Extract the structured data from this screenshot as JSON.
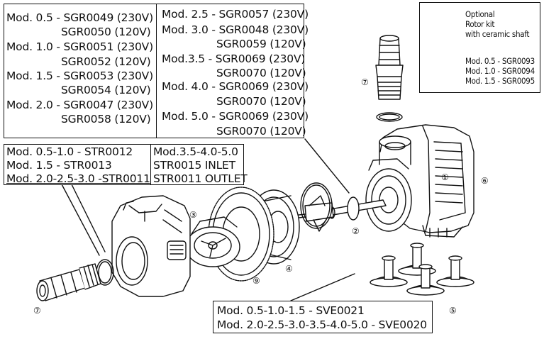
{
  "sgr_table": {
    "left": [
      {
        "model": "Mod. 0.5 - SGR0049 (230V)"
      },
      {
        "model": "SGR0050 (120V)"
      },
      {
        "model": "Mod. 1.0 - SGR0051 (230V)"
      },
      {
        "model": "SGR0052 (120V)"
      },
      {
        "model": "Mod. 1.5 - SGR0053 (230V)"
      },
      {
        "model": "SGR0054 (120V)"
      },
      {
        "model": "Mod. 2.0 - SGR0047 (230V)"
      },
      {
        "model": "SGR0058 (120V)"
      }
    ],
    "right": [
      {
        "model": "Mod. 2.5 - SGR0057 (230V)"
      },
      {
        "model": "Mod. 3.0 - SGR0048 (230V)"
      },
      {
        "model": "SGR0059 (120V)"
      },
      {
        "model": "Mod.3.5 - SGR0069 (230V)"
      },
      {
        "model": "SGR0070 (120V)"
      },
      {
        "model": "Mod. 4.0 - SGR0069 (230V)"
      },
      {
        "model": "SGR0070 (120V)"
      },
      {
        "model": "Mod. 5.0 - SGR0069 (230V)"
      },
      {
        "model": "SGR0070 (120V)"
      }
    ]
  },
  "rotor_kit": {
    "title_lines": [
      "Optional",
      "Rotor kit",
      "with ceramic shaft"
    ],
    "models": [
      "Mod. 0.5 - SGR0093",
      "Mod. 1.0 - SGR0094",
      "Mod. 1.5 - SGR0095"
    ]
  },
  "str_left": [
    "Mod. 0.5-1.0 - STR0012",
    "Mod. 1.5 - STR0013",
    "Mod. 2.0-2.5-3.0 -STR0011"
  ],
  "str_right": [
    "Mod.3.5-4.0-5.0",
    "STR0015 INLET",
    "STR0011 OUTLET"
  ],
  "sve": [
    "Mod. 0.5-1.0-1.5 - SVE0021",
    "Mod. 2.0-2.5-3.0-3.5-4.0-5.0 - SVE0020"
  ],
  "callouts": [
    "①",
    "②",
    "③",
    "④",
    "⑤",
    "⑥",
    "⑦",
    "⑦",
    "⑨"
  ]
}
